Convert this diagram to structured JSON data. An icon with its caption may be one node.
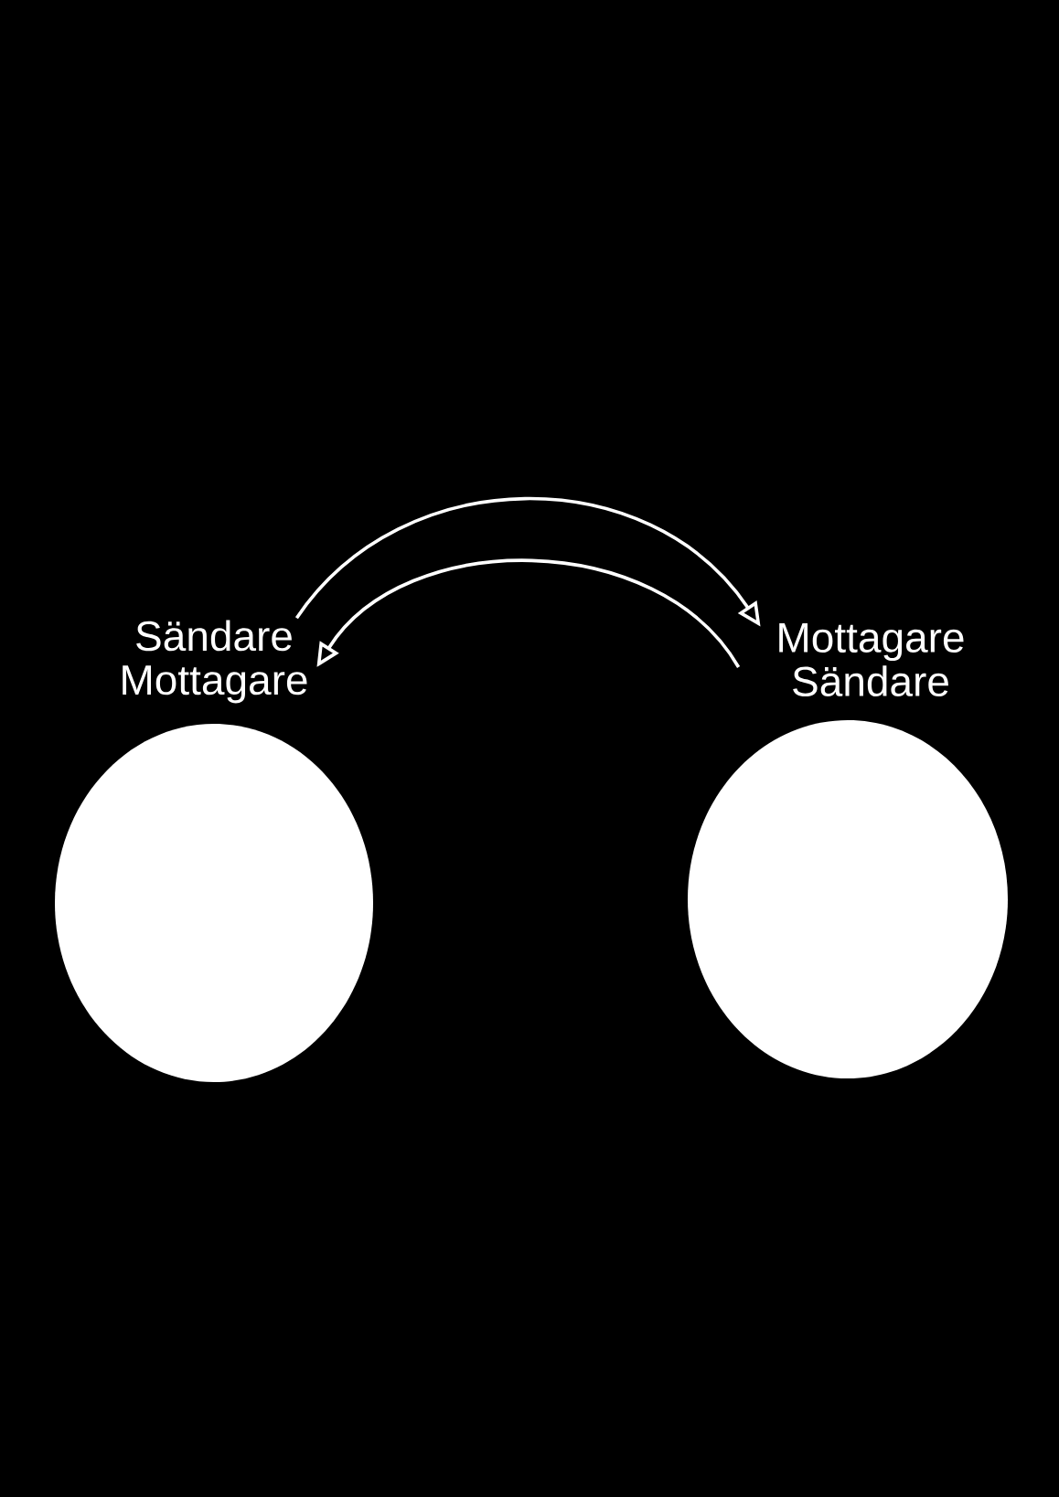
{
  "diagram": {
    "nodes": [
      {
        "text": [
          "Sändare Mottagare"
        ]
      },
      {
        "text": [
          "Mottagare Sändare"
        ]
      },
      {
        "text": [],
        "shape": "ellipse"
      },
      {
        "text": [],
        "shape": "ellipse"
      }
    ],
    "edges": [
      {
        "from": 0,
        "to": 1,
        "arrow": "to"
      },
      {
        "from": 1,
        "to": 0,
        "arrow": "to"
      }
    ]
  }
}
